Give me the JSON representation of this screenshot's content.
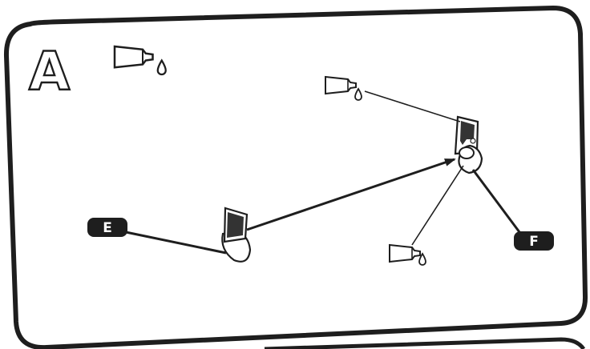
{
  "panel": {
    "step_letter": "A",
    "border_color": "#1e1e1e"
  },
  "glue_legend_icon": "glue-tube-icon",
  "labels": {
    "part_e": "E",
    "part_f": "F"
  },
  "parts": [
    {
      "id": "part-e",
      "icon": "part-piece-icon"
    },
    {
      "id": "part-f",
      "icon": "part-piece-icon"
    }
  ],
  "glue_points": [
    {
      "icon": "glue-tube-icon"
    },
    {
      "icon": "glue-tube-icon"
    }
  ]
}
